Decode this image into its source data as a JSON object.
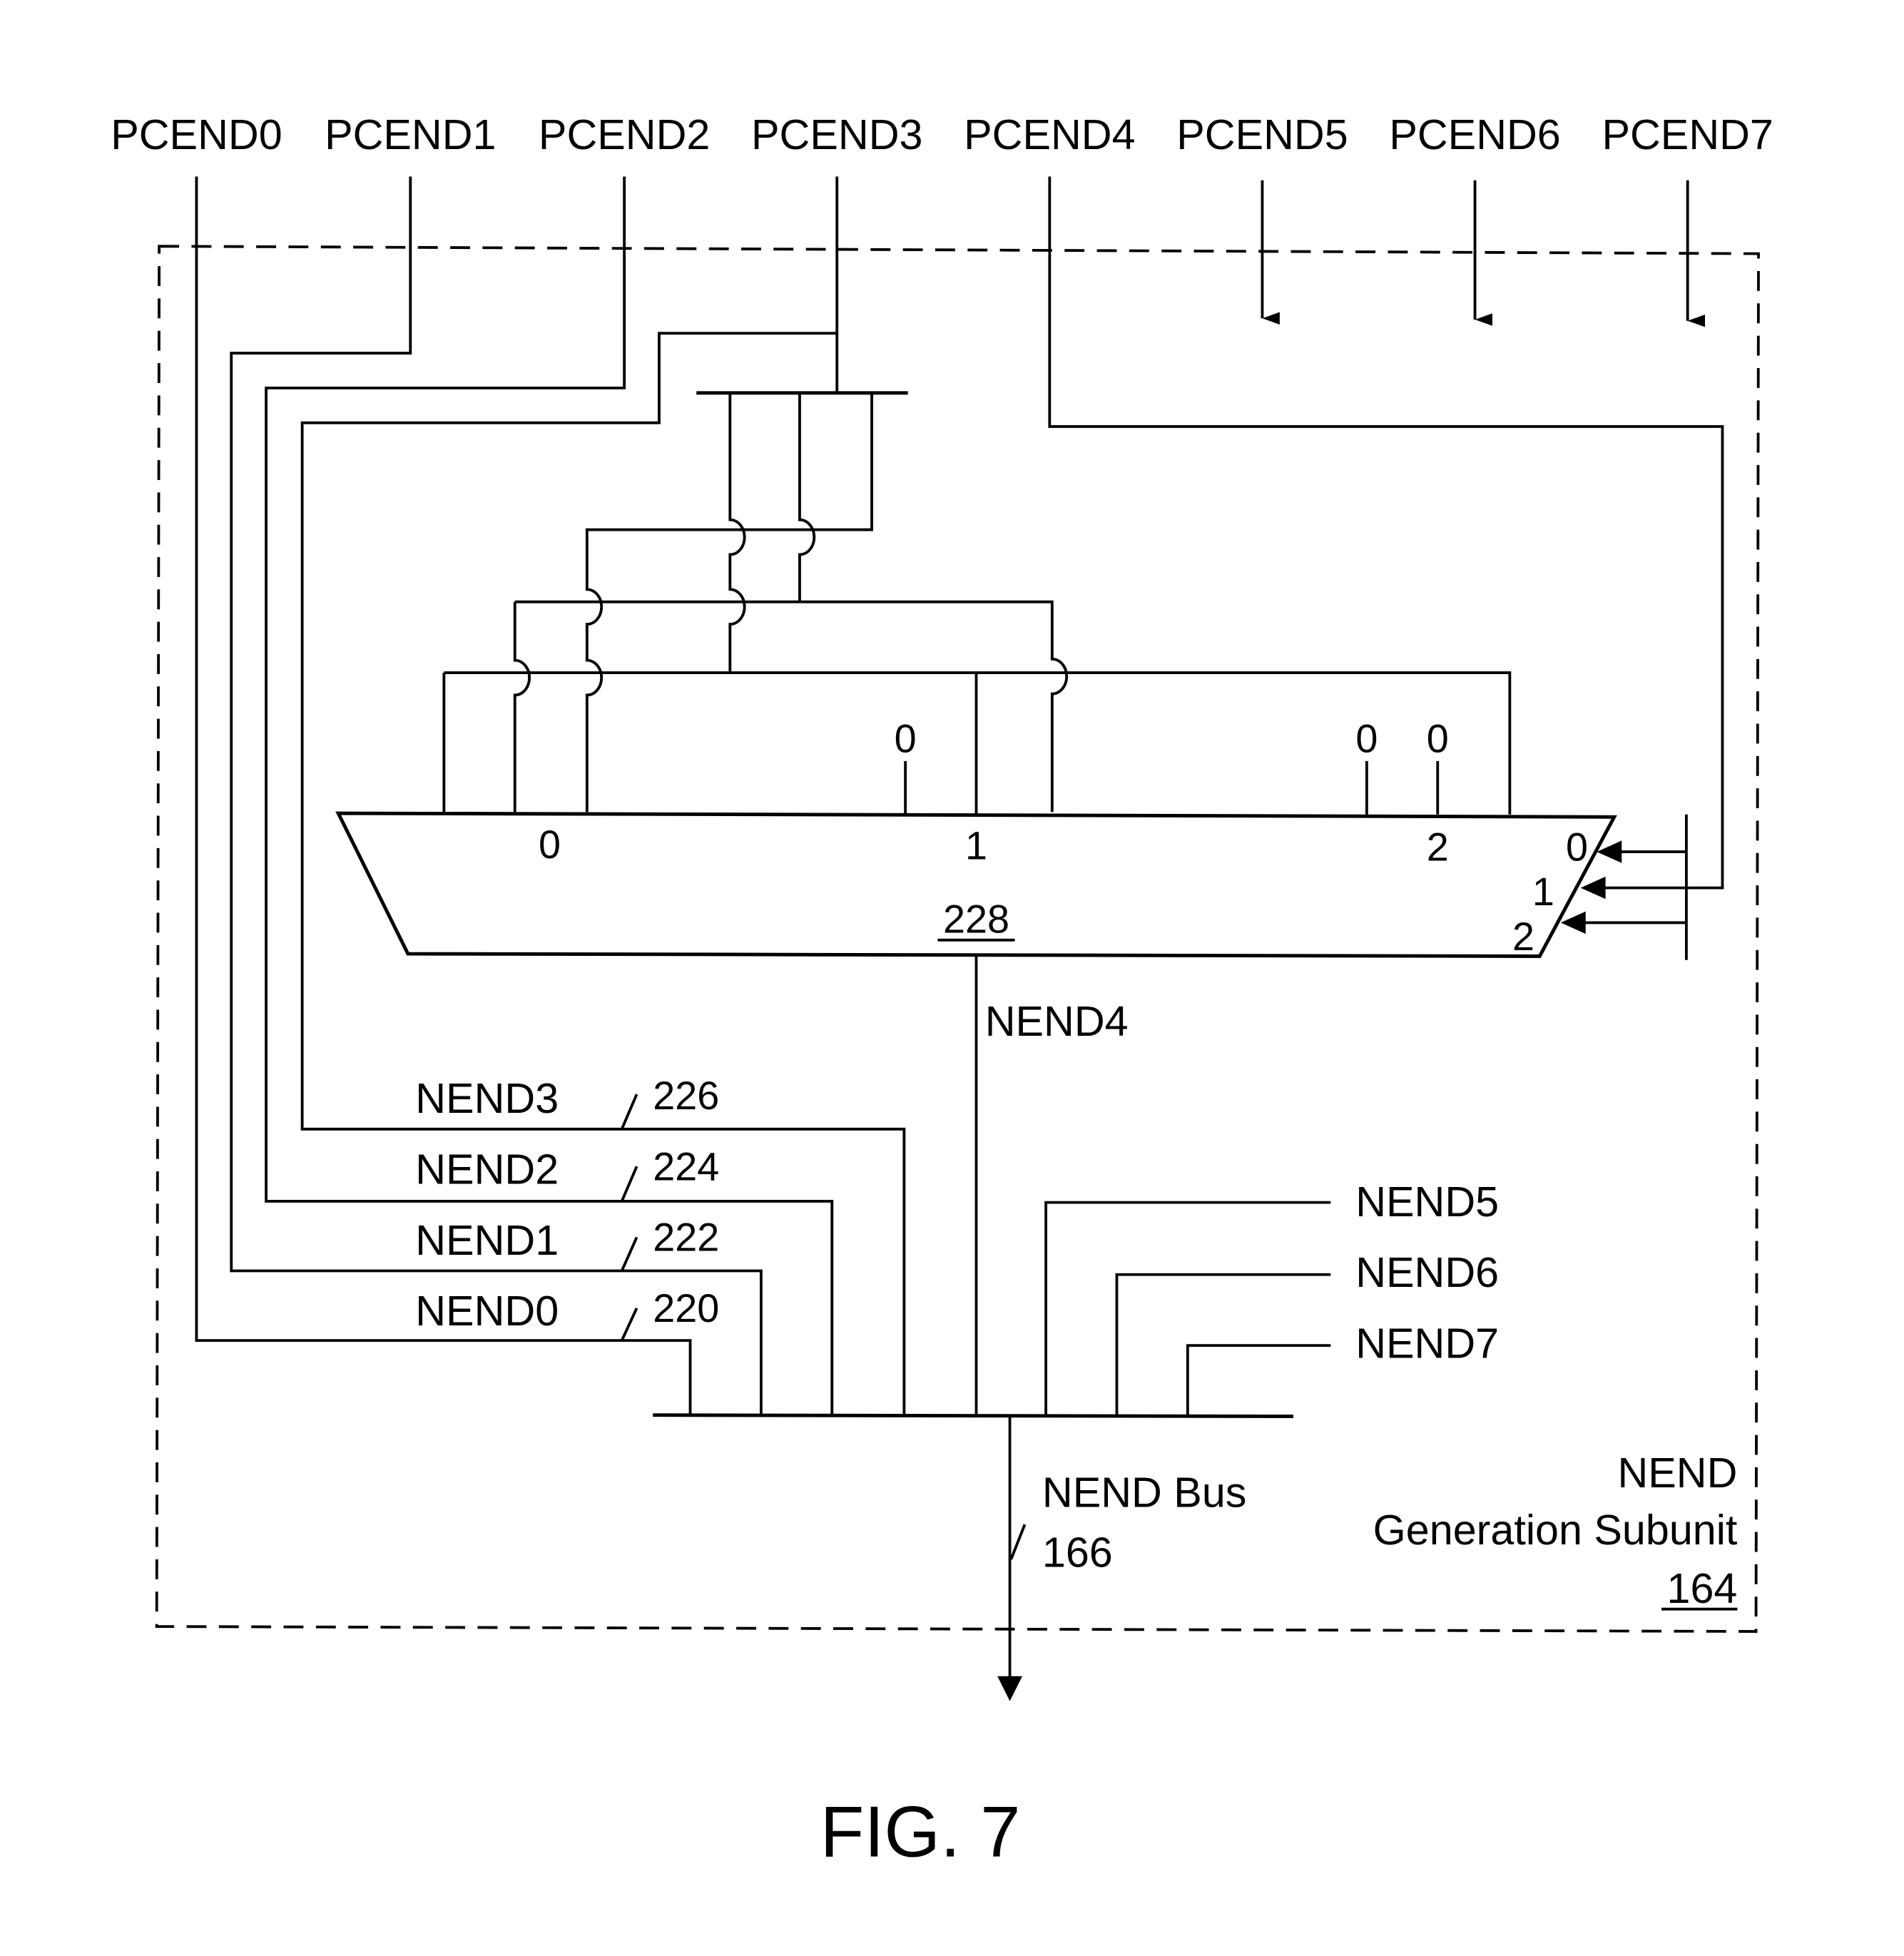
{
  "figure": {
    "caption": "FIG. 7",
    "subunit": {
      "title_line1": "NEND",
      "title_line2": "Generation Subunit",
      "ref": "164"
    },
    "mux": {
      "ref": "228",
      "input_group_labels": [
        "0",
        "1",
        "2"
      ],
      "select_labels": [
        "0",
        "1",
        "2"
      ],
      "constant_inputs": [
        "0",
        "0",
        "0"
      ],
      "output_label": "NEND4"
    },
    "inputs": [
      "PCEND0",
      "PCEND1",
      "PCEND2",
      "PCEND3",
      "PCEND4",
      "PCEND5",
      "PCEND6",
      "PCEND7"
    ],
    "outputs": [
      {
        "label": "NEND3",
        "ref": "226"
      },
      {
        "label": "NEND2",
        "ref": "224"
      },
      {
        "label": "NEND1",
        "ref": "222"
      },
      {
        "label": "NEND0",
        "ref": "220"
      }
    ],
    "right_outputs": [
      "NEND5",
      "NEND6",
      "NEND7"
    ],
    "bus": {
      "label": "NEND Bus",
      "ref": "166"
    }
  }
}
